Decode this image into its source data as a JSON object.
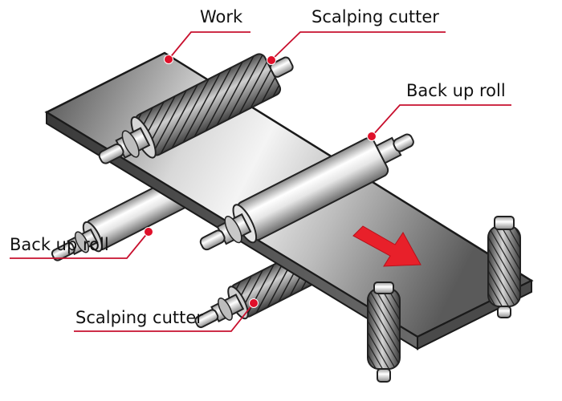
{
  "labels": {
    "work": "Work",
    "scalping_cutter_top": "Scalping cutter",
    "back_up_roll_right": "Back up roll",
    "back_up_roll_left": "Back up roll",
    "scalping_cutter_bottom": "Scalping cutter"
  },
  "colors": {
    "callout_line": "#c8102e",
    "callout_dot": "#e0102a",
    "direction_arrow": "#e8202a",
    "label_text": "#111111"
  },
  "icons": {
    "direction": "arrow-down-right"
  }
}
